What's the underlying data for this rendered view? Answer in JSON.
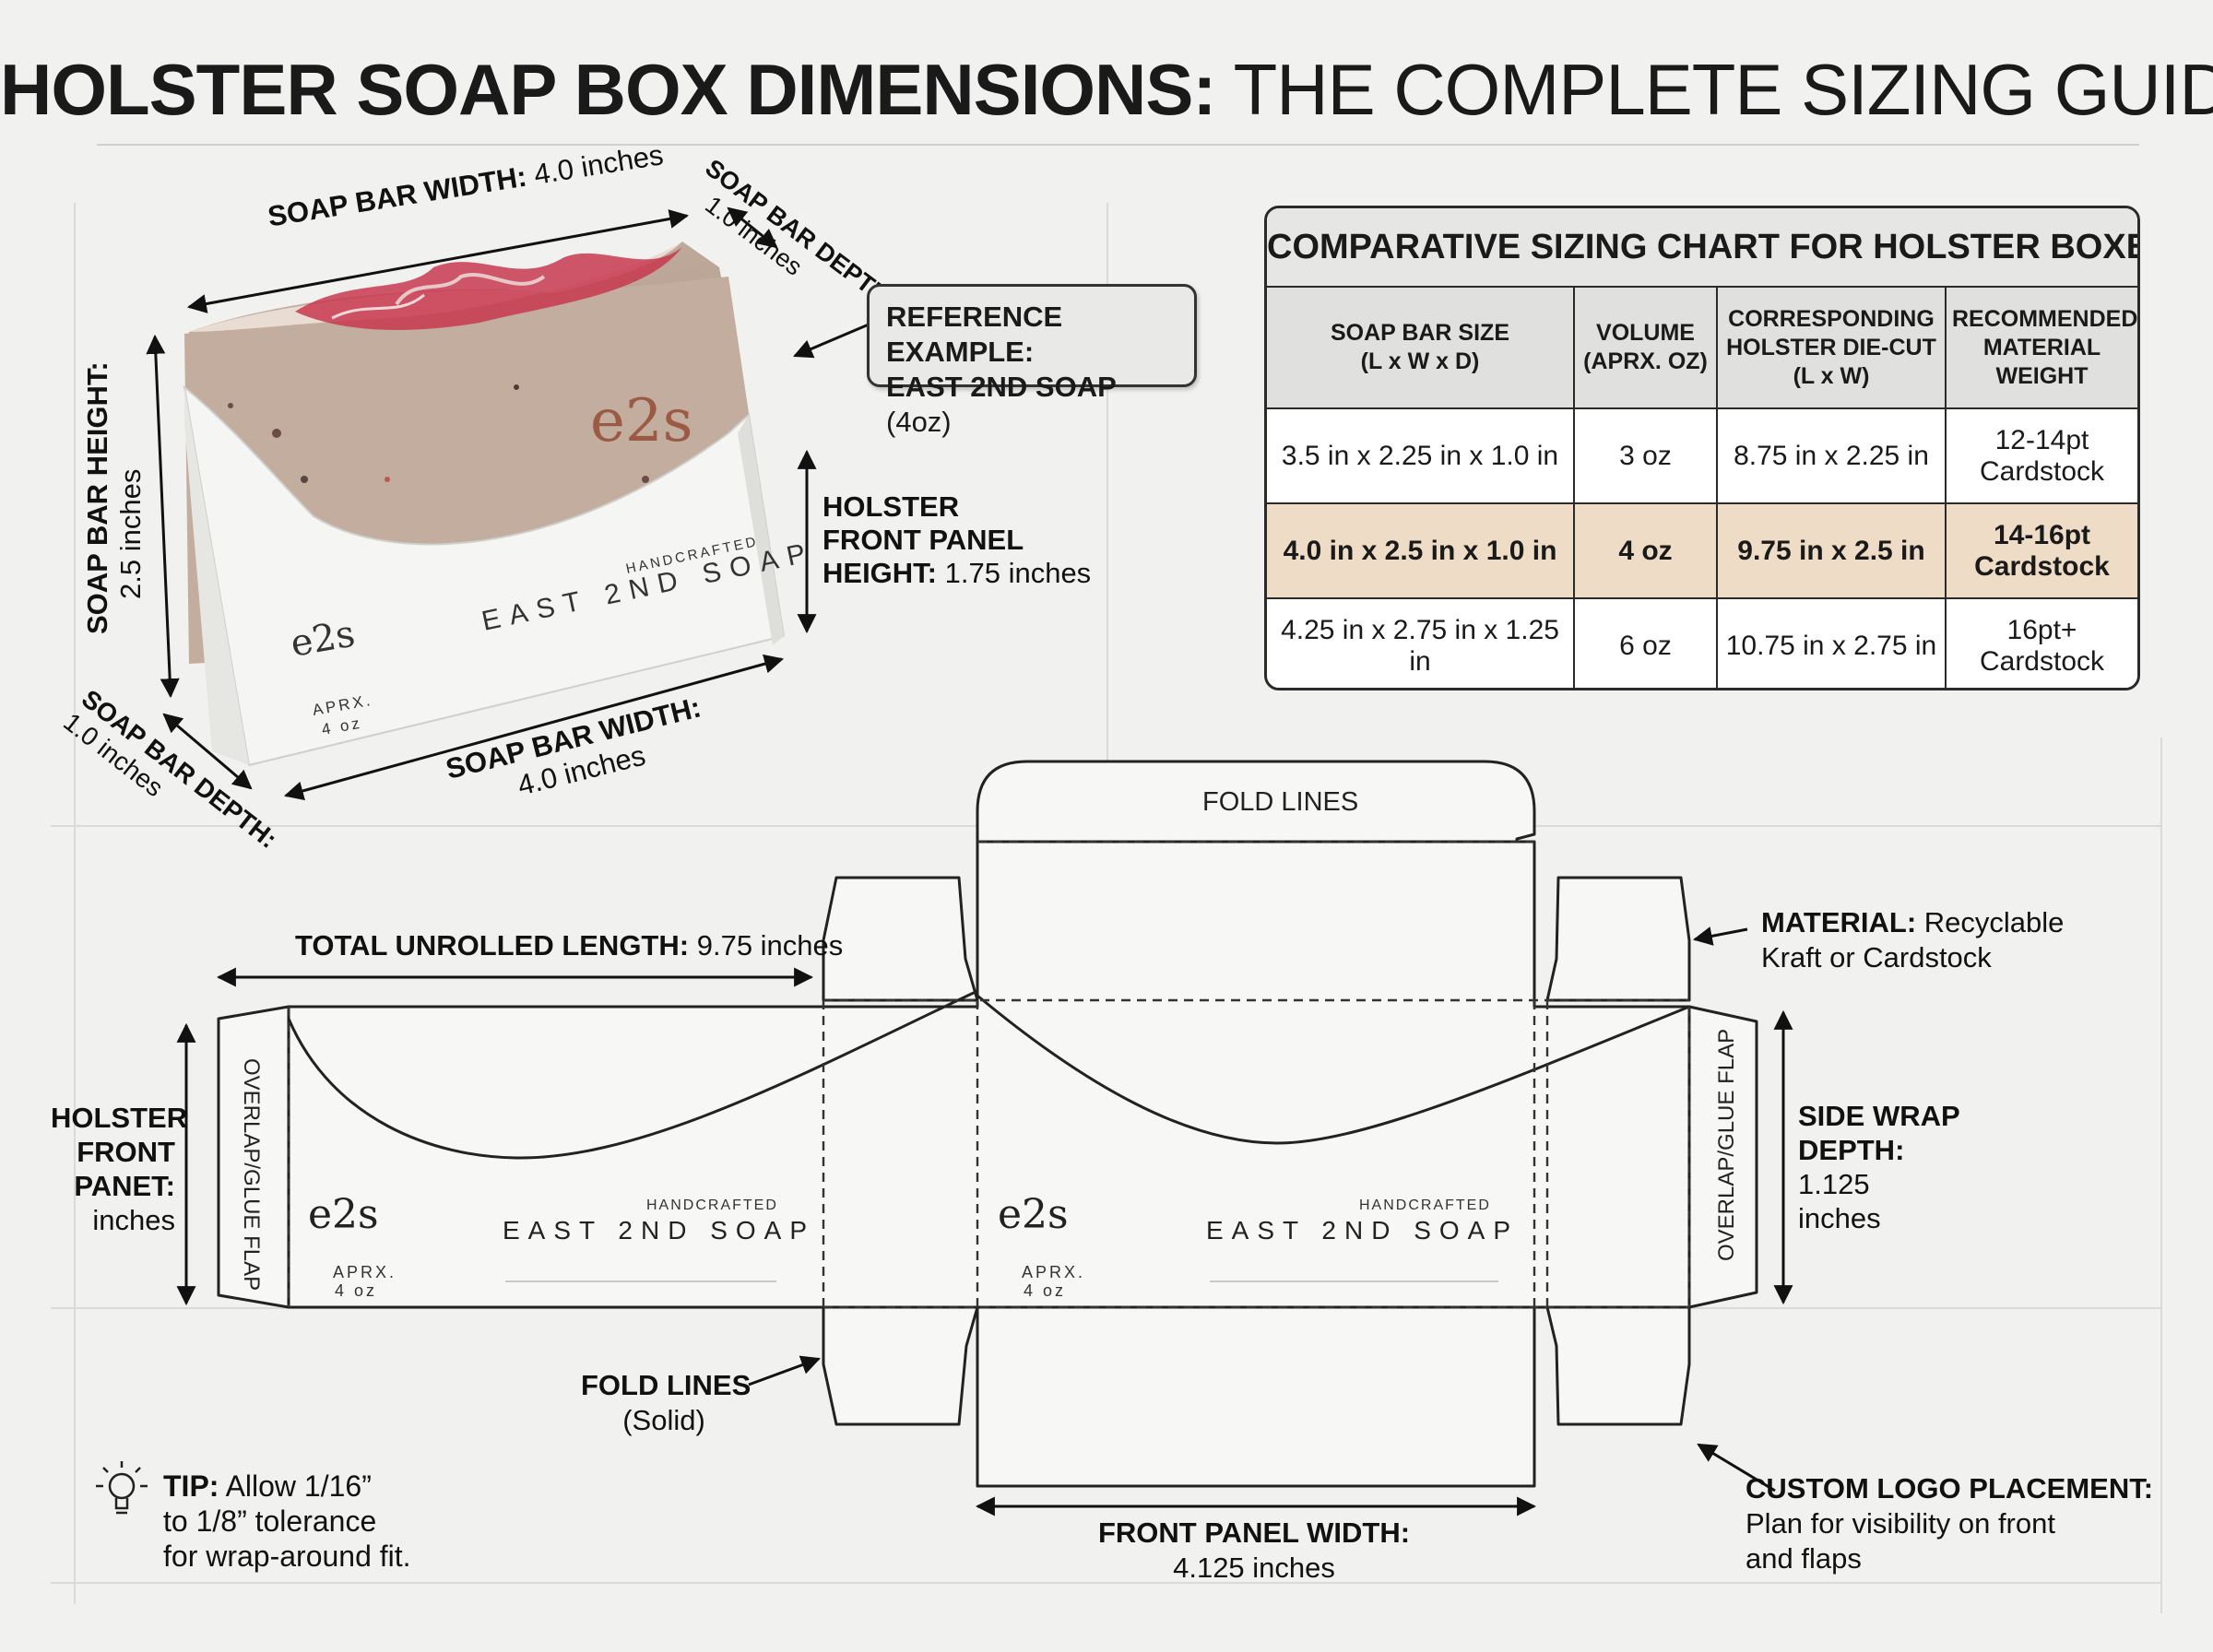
{
  "title": {
    "bold": "HOLSTER SOAP BOX DIMENSIONS:",
    "light": "THE COMPLETE SIZING GUIDE"
  },
  "box": {
    "brand_mark": "e2s",
    "handcrafted": "HANDCRAFTED",
    "brand_name": "EAST 2ND SOAP",
    "weight_line1": "APRX.",
    "weight_line2": "4 oz"
  },
  "labels": {
    "bar_width_top": {
      "name": "SOAP BAR WIDTH:",
      "value": "4.0 inches"
    },
    "bar_depth_top": {
      "name": "SOAP BAR DEPTH:",
      "value": "1.0 inches"
    },
    "bar_height": {
      "name": "SOAP BAR HEIGHT:",
      "value": "2.5 inches"
    },
    "bar_depth_bottom": {
      "name": "SOAP BAR DEPTH:",
      "value": "1.0 inches"
    },
    "bar_width_bottom": {
      "name": "SOAP BAR WIDTH:",
      "value": "4.0 inches"
    },
    "front_height": {
      "line1": "HOLSTER",
      "line2": "FRONT PANEL",
      "line3": "HEIGHT:",
      "value": "1.75 inches"
    },
    "reference": {
      "line1": "REFERENCE EXAMPLE:",
      "line2": "EAST 2ND SOAP",
      "value": "(4oz)"
    },
    "fold_lines_top": "FOLD LINES",
    "total_unrolled": {
      "name": "TOTAL UNROLLED LENGTH:",
      "value": "9.75 inches"
    },
    "material": {
      "name": "MATERIAL:",
      "value1": "Recyclable",
      "value2": "Kraft or Cardstock"
    },
    "holster_front": {
      "line1": "HOLSTER",
      "line2": "FRONT",
      "line3": "PANET:",
      "value": "inches"
    },
    "side_wrap": {
      "line1": "SIDE WRAP",
      "line2": "DEPTH:",
      "value1": "1.125",
      "value2": "inches"
    },
    "overlap_flap": "OVERLAP/GLUE FLAP",
    "fold_lines_solid": {
      "name": "FOLD LINES",
      "value": "(Solid)"
    },
    "front_panel_width": {
      "name": "FRONT PANEL WIDTH:",
      "value": "4.125 inches"
    },
    "logo_placement": {
      "name": "CUSTOM LOGO PLACEMENT:",
      "value1": "Plan for visibility on front",
      "value2": "and flaps"
    },
    "tip": {
      "name": "TIP:",
      "line1": "Allow 1/16”",
      "line2": "to 1/8” tolerance",
      "line3": "for wrap-around fit."
    }
  },
  "sizing_table": {
    "title": "COMPARATIVE SIZING CHART FOR HOLSTER BOXES",
    "headers": [
      {
        "l1": "SOAP BAR SIZE",
        "l2": "(L x W x D)",
        "l3": ""
      },
      {
        "l1": "VOLUME",
        "l2": "(APRX. OZ)",
        "l3": ""
      },
      {
        "l1": "CORRESPONDING",
        "l2": "HOLSTER DIE-CUT",
        "l3": "(L x W)"
      },
      {
        "l1": "RECOMMENDED",
        "l2": "MATERIAL",
        "l3": "WEIGHT"
      }
    ],
    "rows": [
      {
        "size": "3.5 in x 2.25 in x 1.0 in",
        "volume": "3 oz",
        "diecut": "8.75 in x 2.25 in",
        "mat1": "12-14pt",
        "mat2": "Cardstock",
        "highlight": false
      },
      {
        "size": "4.0 in x 2.5 in x 1.0 in",
        "volume": "4 oz",
        "diecut": "9.75 in x 2.5 in",
        "mat1": "14-16pt",
        "mat2": "Cardstock",
        "highlight": true
      },
      {
        "size": "4.25 in x 2.75 in x 1.25 in",
        "volume": "6 oz",
        "diecut": "10.75 in x 2.75 in",
        "mat1": "16pt+",
        "mat2": "Cardstock",
        "highlight": false
      }
    ]
  },
  "colors": {
    "highlight_row": "#efdcc6",
    "soap_base": "#c9b3a4",
    "soap_swirl": "#c8384f",
    "emboss": "#9a5a44",
    "paper": "#f7f7f5"
  }
}
